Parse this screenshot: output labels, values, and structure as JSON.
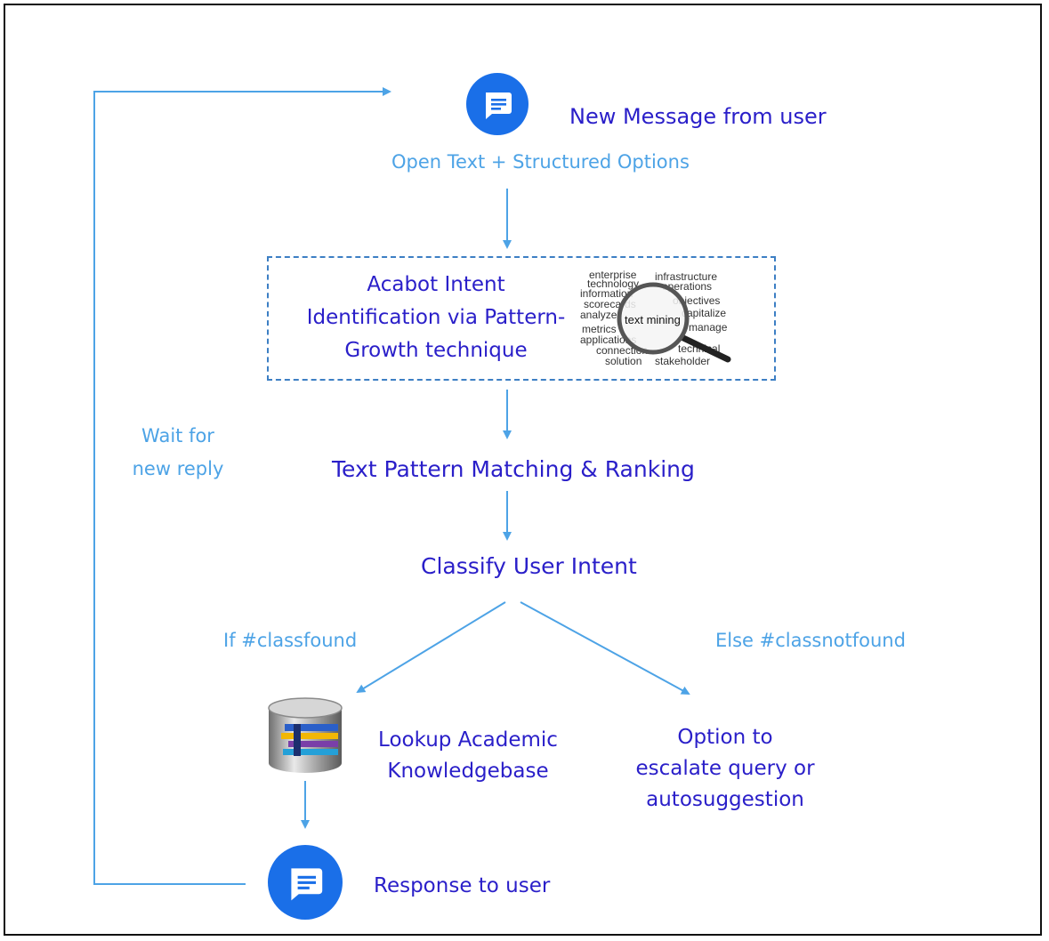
{
  "nodes": {
    "new_message": "New Message from user",
    "open_text": "Open Text + Structured Options",
    "intent_line1": "Acabot Intent",
    "intent_line2": "Identification via Pattern-",
    "intent_line3": "Growth technique",
    "text_pattern": "Text Pattern Matching & Ranking",
    "classify": "Classify User Intent",
    "if_found": "If #classfound",
    "else_not_found": "Else #classnotfound",
    "lookup_line1": "Lookup Academic",
    "lookup_line2": "Knowledgebase",
    "option_line1": "Option to",
    "option_line2": "escalate query or",
    "option_line3": "autosuggestion",
    "response": "Response to user",
    "wait_line1": "Wait for",
    "wait_line2": "new reply"
  },
  "word_cloud": {
    "words": [
      "enterprise",
      "infrastructure",
      "technology",
      "operations",
      "information",
      "objectives",
      "scorecards",
      "analyze",
      "text mining",
      "capitalize",
      "metrics",
      "manage",
      "applications",
      "connection",
      "technical",
      "solution",
      "stakeholder"
    ]
  },
  "colors": {
    "dark_text": "#2a1fc9",
    "light_text": "#4da3e6",
    "arrow": "#4da3e6",
    "icon_blue": "#1a6fe8",
    "dashed_border": "#3d7fc4"
  },
  "icons": {
    "message_icon": "chat-bubble-icon",
    "database_icon": "database-icon",
    "word_cloud_image": "magnifier-text-mining-image"
  }
}
